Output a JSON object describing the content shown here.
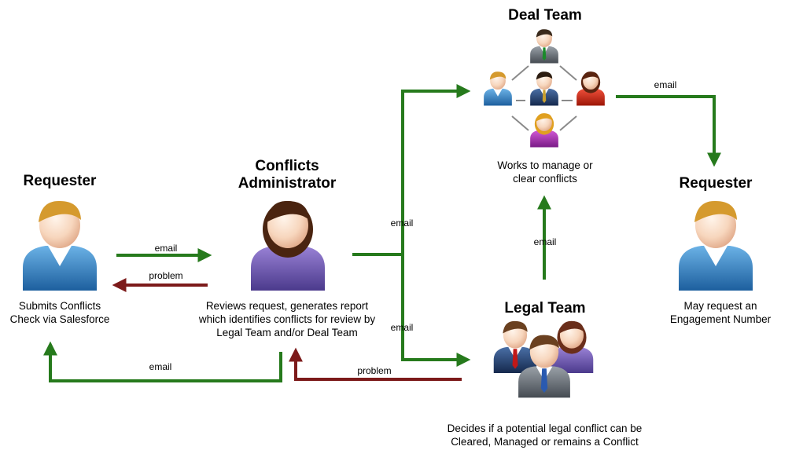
{
  "nodes": {
    "requester_left": {
      "title": "Requester",
      "description": "Submits Conflicts\nCheck via Salesforce"
    },
    "conflicts_admin": {
      "title": "Conflicts\nAdministrator",
      "description": "Reviews request, generates report\nwhich identifies conflicts for review by\nLegal Team and/or Deal Team"
    },
    "deal_team": {
      "title": "Deal Team",
      "description": "Works to manage or\nclear conflicts"
    },
    "legal_team": {
      "title": "Legal Team",
      "description": "Decides if a potential legal conflict can be\nCleared, Managed or remains a Conflict"
    },
    "requester_right": {
      "title": "Requester",
      "description": "May request an\nEngagement Number"
    }
  },
  "edges": {
    "req_to_admin": "email",
    "admin_to_req": "problem",
    "admin_to_deal": "email",
    "admin_to_legal": "email",
    "legal_to_deal": "email",
    "deal_to_requester": "email",
    "admin_to_requester_return": "email",
    "legal_to_admin": "problem"
  },
  "colors": {
    "email_arrow": "#267a1c",
    "problem_arrow": "#7c1a1a",
    "mesh_line": "#8a8a8a"
  }
}
